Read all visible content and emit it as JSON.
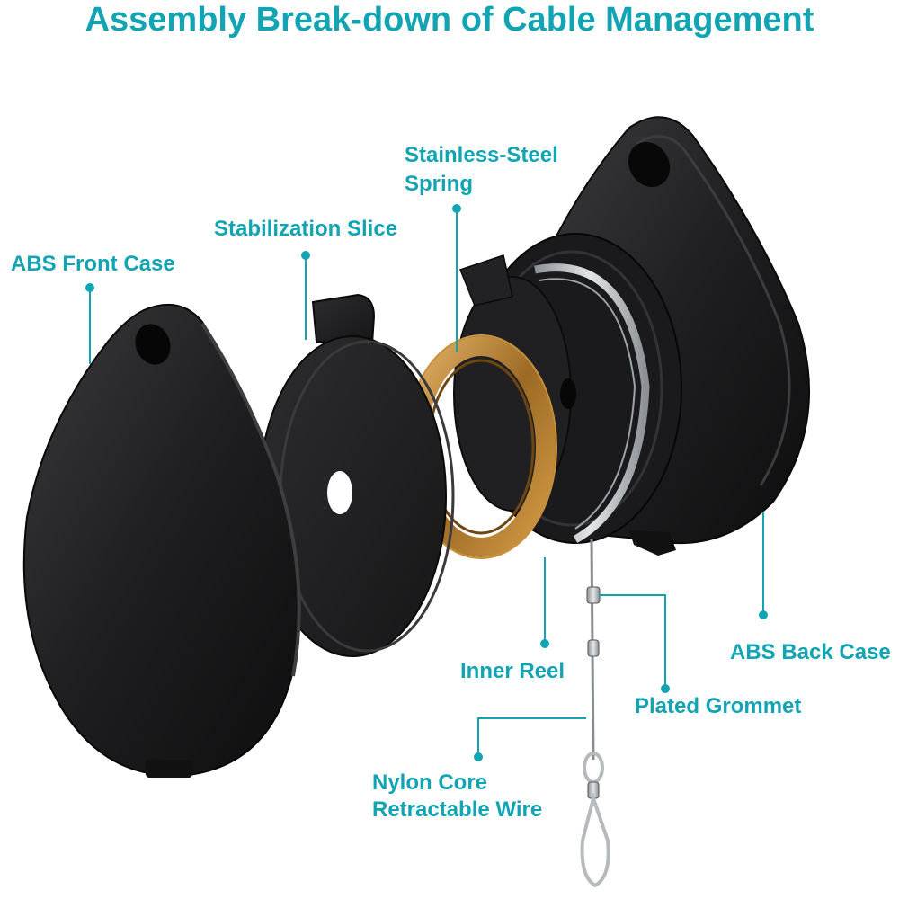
{
  "title": "Assembly Break-down of Cable Management",
  "accent_color": "#13a4b4",
  "part_color": "#1c1c1e",
  "spring_color": "#b07a2c",
  "labels": {
    "abs_front_case": "ABS Front Case",
    "stabilization_slice": "Stabilization Slice",
    "spring_line1": "Stainless-Steel",
    "spring_line2": "Spring",
    "inner_reel": "Inner Reel",
    "abs_back_case": "ABS Back Case",
    "plated_grommet": "Plated Grommet",
    "wire_line1": "Nylon Core",
    "wire_line2": "Retractable Wire"
  }
}
